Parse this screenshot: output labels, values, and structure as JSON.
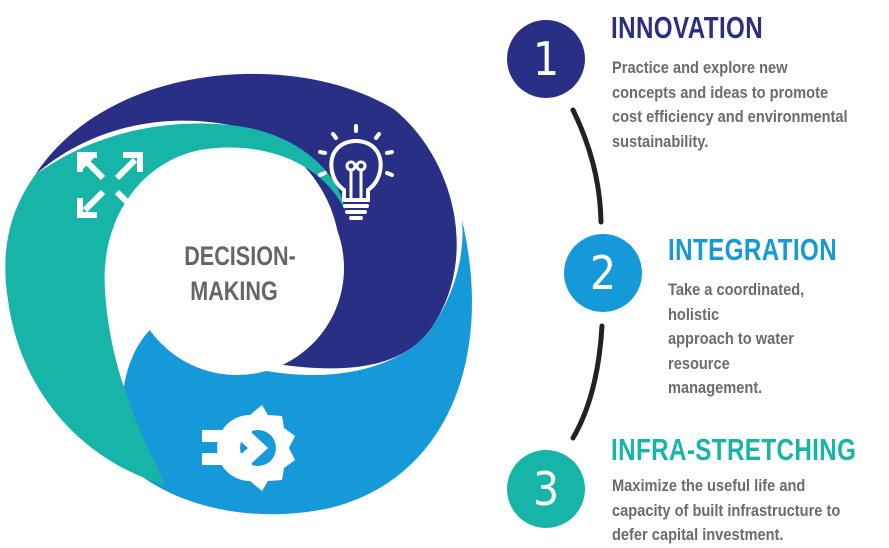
{
  "colors": {
    "navy": "#2a2f86",
    "teal": "#16b5a8",
    "blue": "#1599d8",
    "connector": "#222222",
    "center_text": "#666666",
    "body_text": "#6b6b6b"
  },
  "center": {
    "line1": "DECISION-",
    "line2": "MAKING"
  },
  "icons": {
    "teal_segment": "expand-arrows-icon",
    "navy_segment": "lightbulb-icon",
    "blue_segment": "arrow-gear-icon"
  },
  "steps": [
    {
      "number": "1",
      "title": "INNOVATION",
      "description": "Practice and explore new\nconcepts and ideas to promote\ncost efficiency and environmental\nsustainability."
    },
    {
      "number": "2",
      "title": "INTEGRATION",
      "description": "Take a coordinated, holistic\napproach to water resource\nmanagement."
    },
    {
      "number": "3",
      "title": "INFRA-STRETCHING",
      "description": "Maximize the useful life and\ncapacity of built infrastructure to\ndefer capital investment."
    }
  ]
}
